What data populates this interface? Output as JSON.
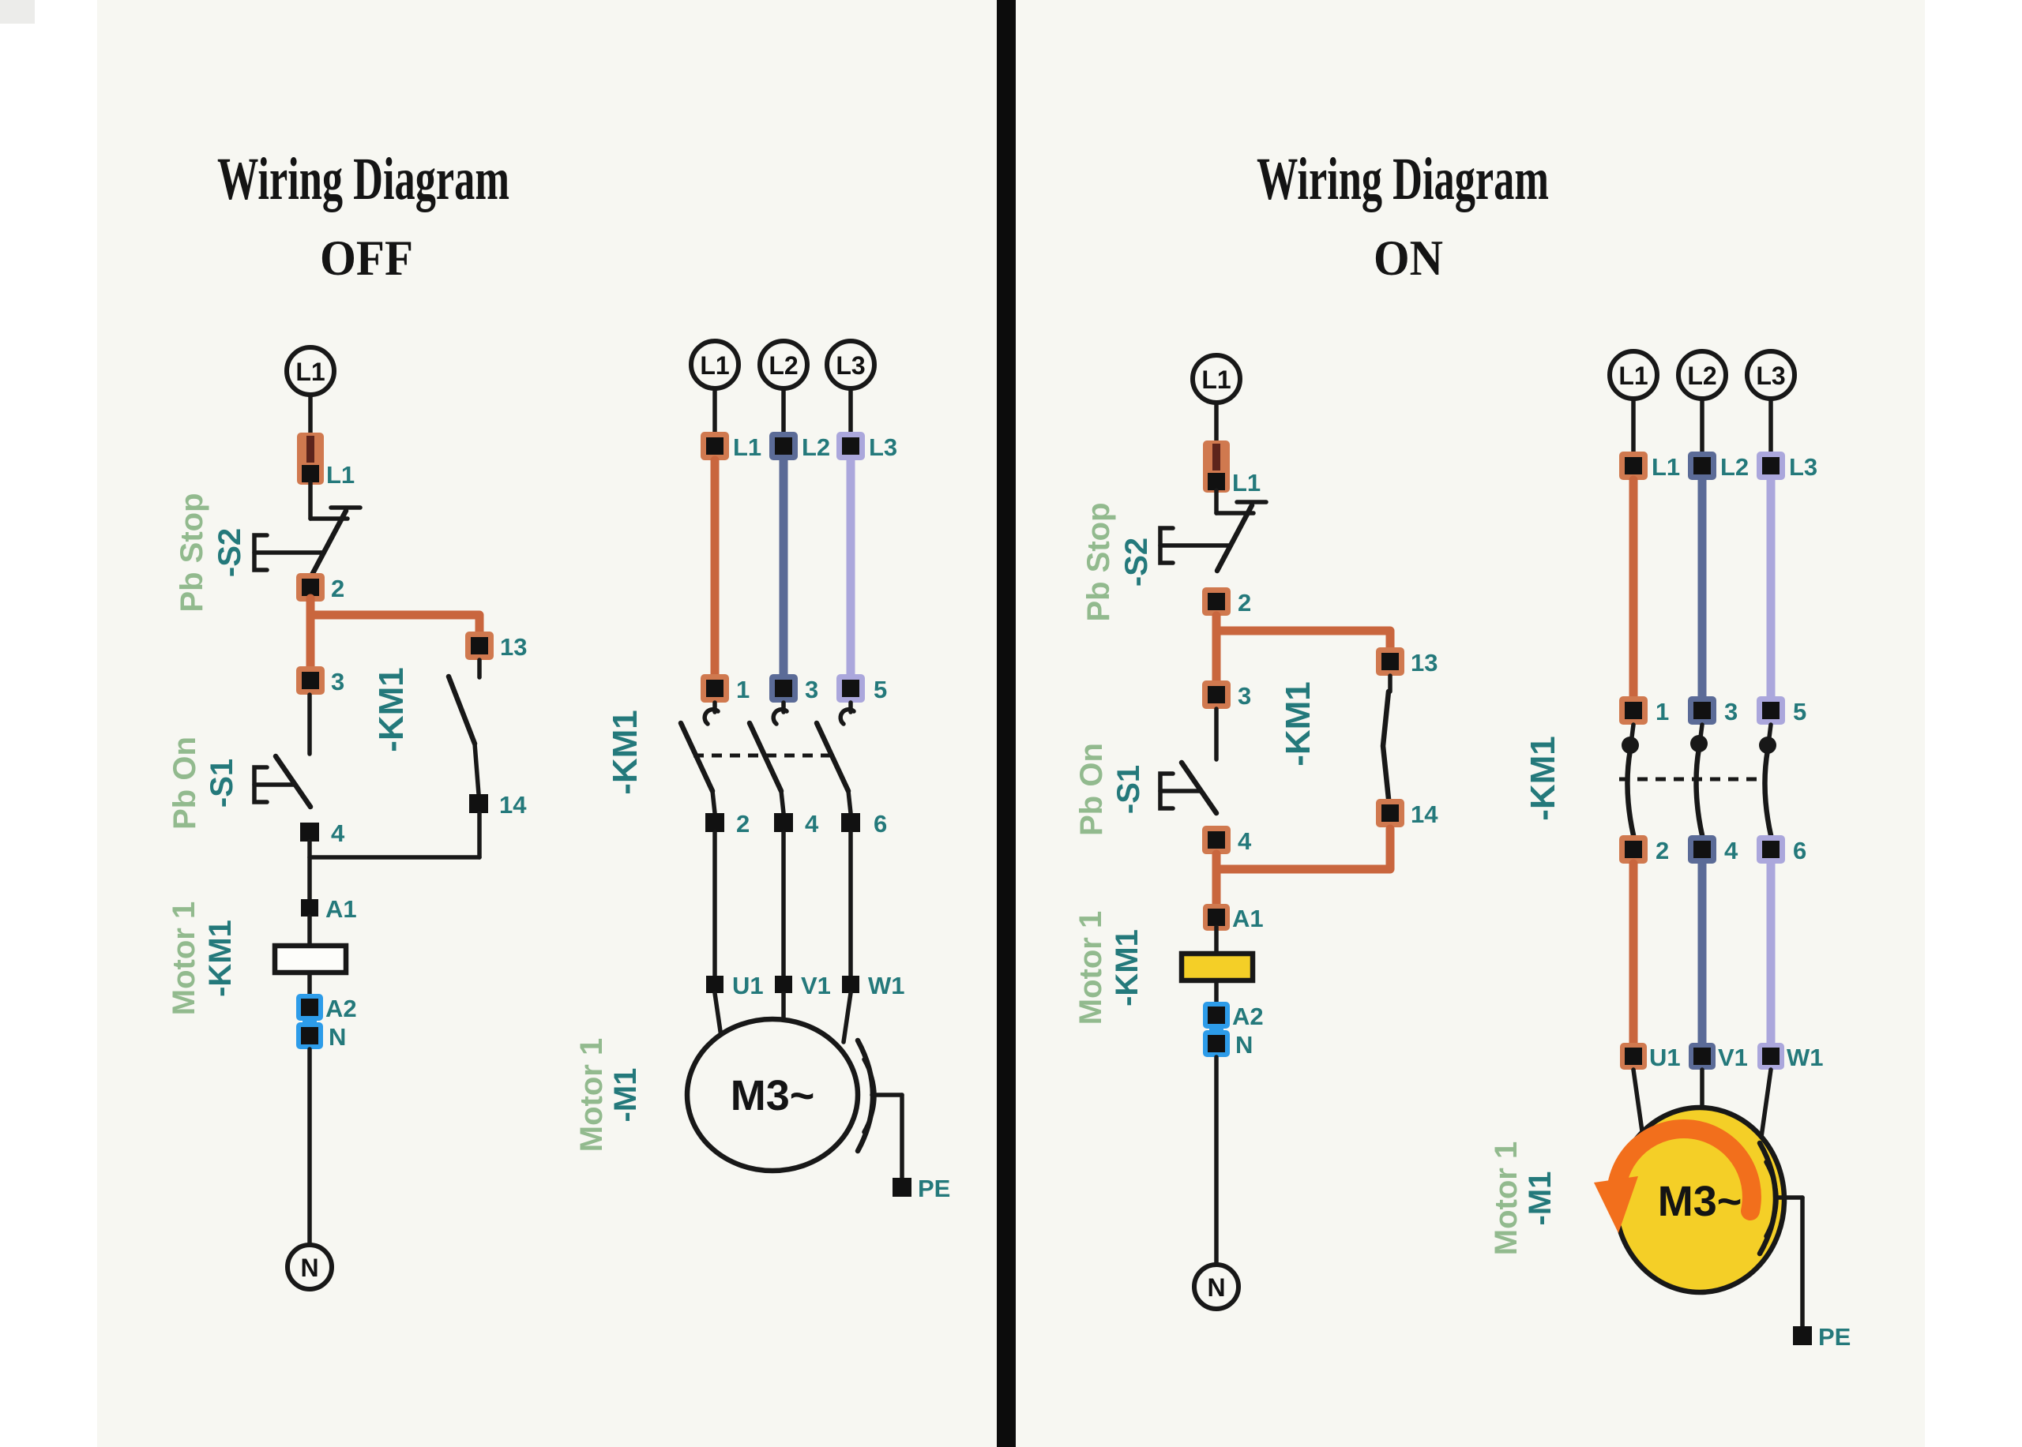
{
  "colors": {
    "background_panel": "#f7f7f2",
    "page_margin": "#ffffff",
    "divider": "#0c0c0c",
    "wire_black": "#181818",
    "phase_l1_wire": "#c9663e",
    "phase_l1_terminal": "#d0794f",
    "phase_l2_wire": "#5b6b97",
    "phase_l3_wire": "#aba7dc",
    "neutral_terminal_highlight": "#2d9ce9",
    "energized_yellow": "#f4cf27",
    "rotation_arrow_orange": "#f26f1c",
    "label_teal": "#24797b",
    "label_green": "#92ba8e",
    "energized_stub_dark_red": "#5d241c"
  },
  "panels": {
    "off": {
      "title": "Wiring Diagram",
      "state": "OFF",
      "control": {
        "source": "L1",
        "neutral": "N",
        "stop_label": "Pb Stop",
        "stop_ref": "-S2",
        "on_label": "Pb On",
        "on_ref": "-S1",
        "coil_label": "Motor 1",
        "coil_ref": "-KM1",
        "aux_ref": "-KM1",
        "terminals": {
          "l1": "L1",
          "t2": "2",
          "t3": "3",
          "t13": "13",
          "t14": "14",
          "t4": "4",
          "a1": "A1",
          "a2": "A2",
          "n": "N"
        }
      },
      "power": {
        "sources": [
          "L1",
          "L2",
          "L3"
        ],
        "top_terminals": [
          "L1",
          "L2",
          "L3"
        ],
        "in_terminals": [
          "1",
          "3",
          "5"
        ],
        "out_terminals": [
          "2",
          "4",
          "6"
        ],
        "motor_terminals": [
          "U1",
          "V1",
          "W1"
        ],
        "contactor_ref": "-KM1",
        "motor_label": "M3~",
        "motor_name": "Motor 1",
        "motor_ref": "-M1",
        "pe": "PE"
      }
    },
    "on": {
      "title": "Wiring Diagram",
      "state": "ON",
      "control": {
        "source": "L1",
        "neutral": "N",
        "stop_label": "Pb Stop",
        "stop_ref": "-S2",
        "on_label": "Pb On",
        "on_ref": "-S1",
        "coil_label": "Motor 1",
        "coil_ref": "-KM1",
        "aux_ref": "-KM1",
        "terminals": {
          "l1": "L1",
          "t2": "2",
          "t3": "3",
          "t13": "13",
          "t14": "14",
          "t4": "4",
          "a1": "A1",
          "a2": "A2",
          "n": "N"
        }
      },
      "power": {
        "sources": [
          "L1",
          "L2",
          "L3"
        ],
        "top_terminals": [
          "L1",
          "L2",
          "L3"
        ],
        "in_terminals": [
          "1",
          "3",
          "5"
        ],
        "out_terminals": [
          "2",
          "4",
          "6"
        ],
        "motor_terminals": [
          "U1",
          "V1",
          "W1"
        ],
        "contactor_ref": "-KM1",
        "motor_label": "M3~",
        "motor_name": "Motor 1",
        "motor_ref": "-M1",
        "pe": "PE"
      }
    }
  }
}
